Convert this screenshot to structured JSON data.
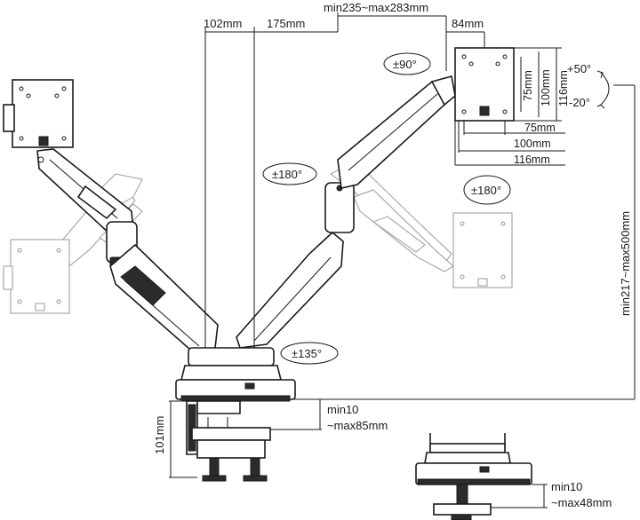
{
  "dimensions": {
    "arm_top_length": "102mm",
    "arm_mid_length": "175mm",
    "reach_range": "min235~max283mm",
    "head_width": "84mm",
    "vesa_height_75": "75mm",
    "vesa_height_100": "100mm",
    "vesa_height_116": "116mm",
    "vesa_width_75": "75mm",
    "vesa_width_100": "100mm",
    "vesa_width_116": "116mm",
    "height_range": "min217~max500mm",
    "clamp_height": "101mm",
    "clamp_range_line1": "min10",
    "clamp_range_line2": "~max85mm",
    "grommet_range_line1": "min10",
    "grommet_range_line2": "~max48mm"
  },
  "angles": {
    "tilt_up": "+50°",
    "tilt_down": "-20°",
    "rotate_screen": "±90°",
    "swivel_head": "±180°",
    "swivel_arm": "±180°",
    "swivel_base": "±135°"
  },
  "colors": {
    "line": "#1a1a1a",
    "ghost": "#a9a9a9",
    "background": "#ffffff"
  }
}
